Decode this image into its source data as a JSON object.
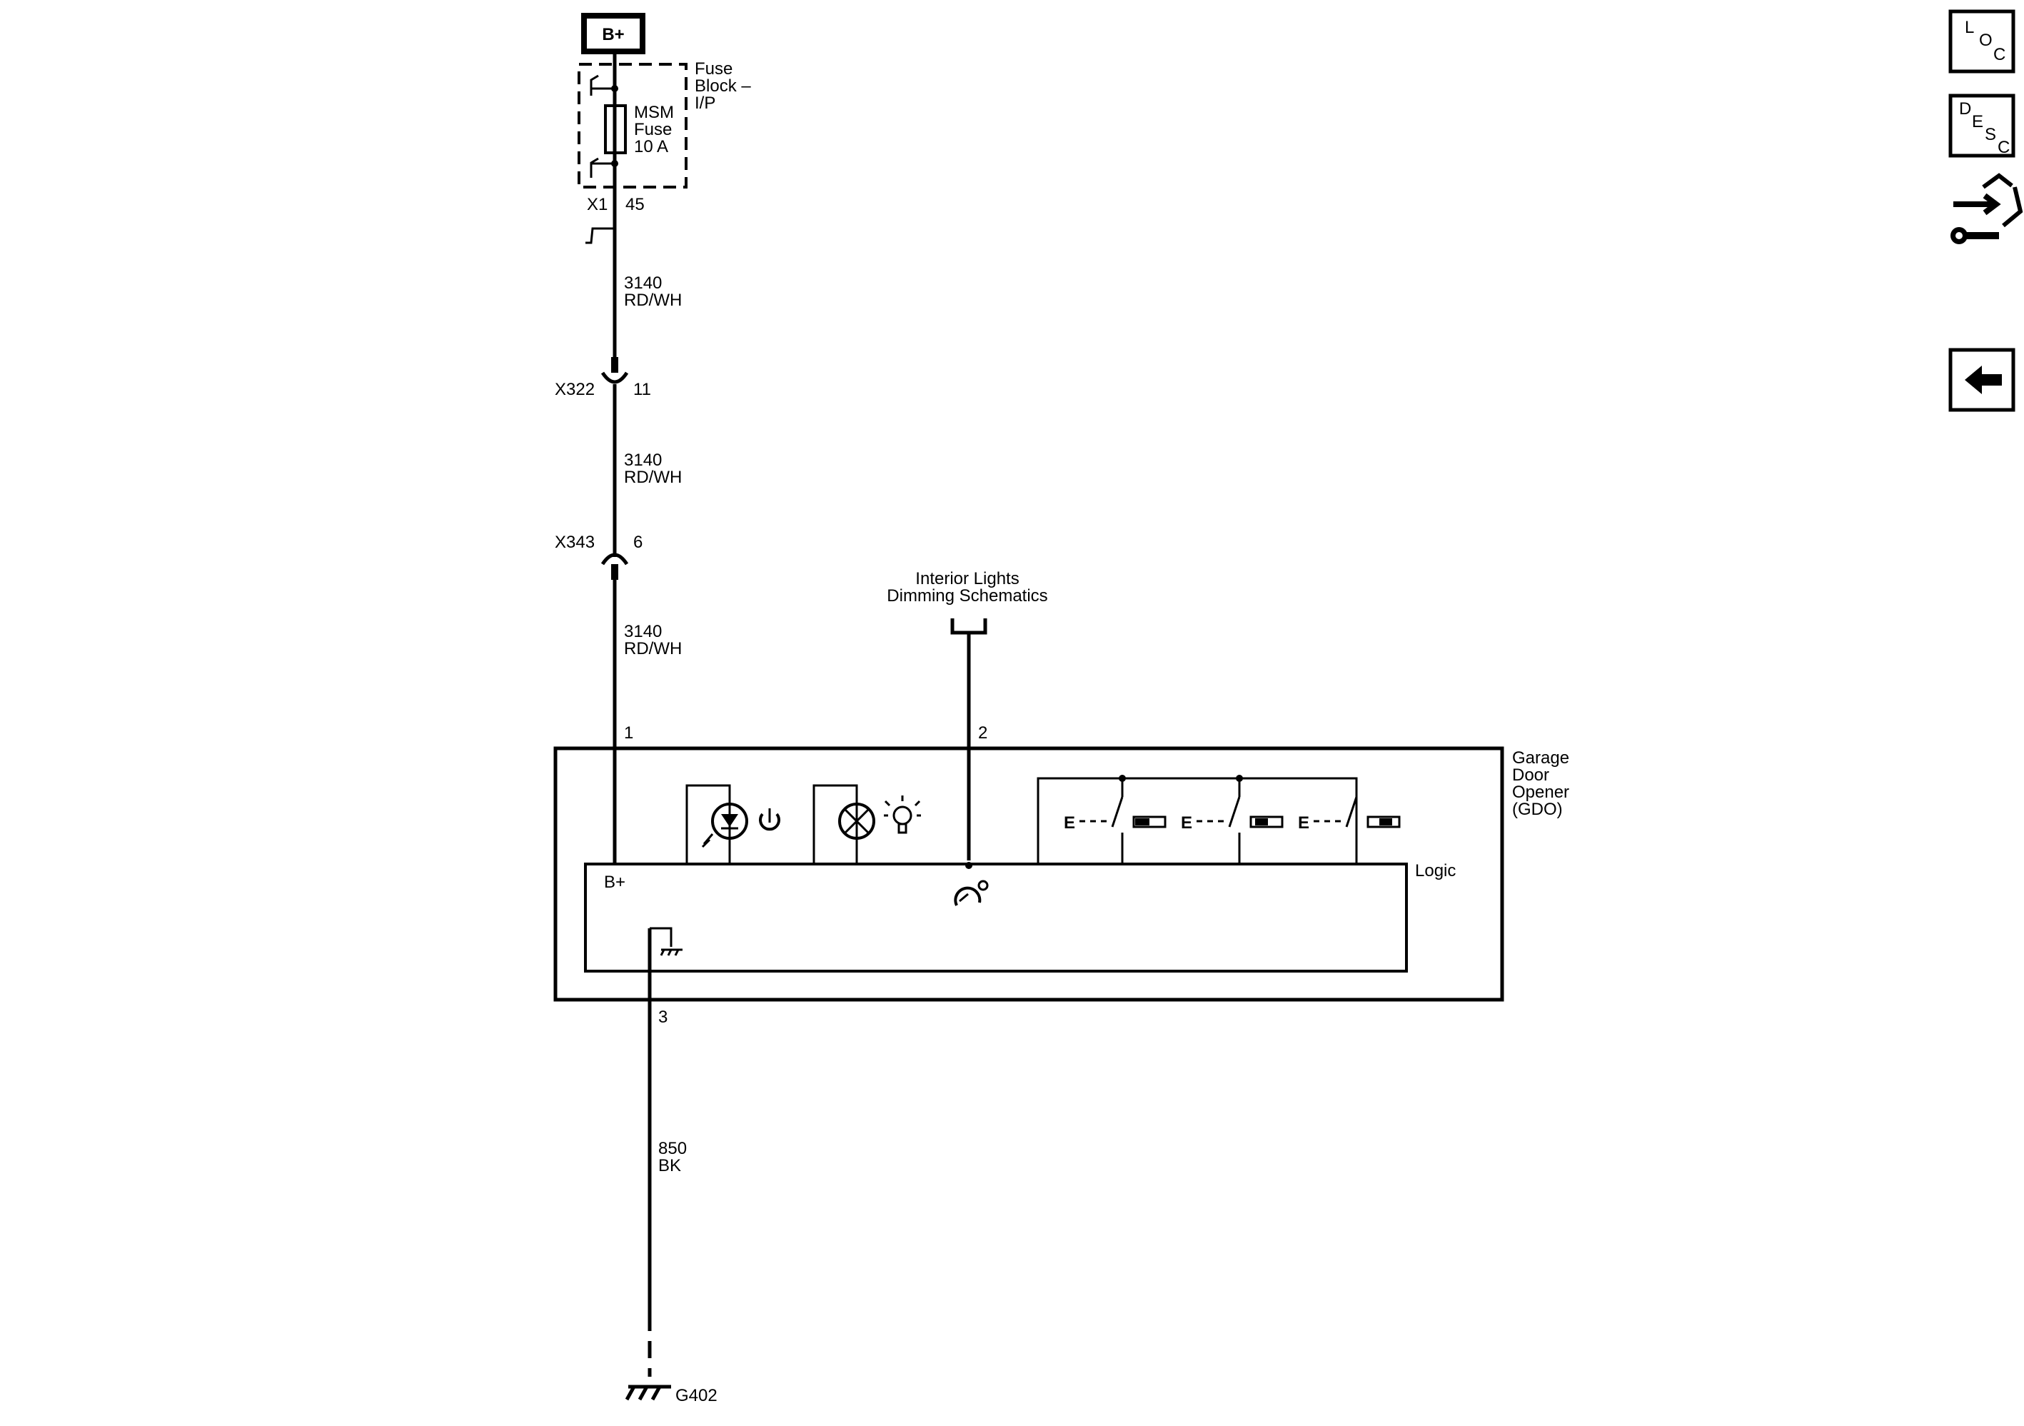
{
  "power_source": "B+",
  "fuse_block": {
    "label_line1": "Fuse",
    "label_line2": "Block –",
    "label_line3": "I/P",
    "fuse_line1": "MSM",
    "fuse_line2": "Fuse",
    "fuse_line3": "10 A",
    "connector": "X1",
    "pin": "45"
  },
  "wires": [
    {
      "circuit": "3140",
      "color": "RD/WH"
    },
    {
      "circuit": "3140",
      "color": "RD/WH"
    },
    {
      "circuit": "3140",
      "color": "RD/WH"
    },
    {
      "circuit": "850",
      "color": "BK"
    }
  ],
  "connectors": [
    {
      "name": "X322",
      "pin": "11"
    },
    {
      "name": "X343",
      "pin": "6"
    }
  ],
  "interior_lights": {
    "line1": "Interior Lights",
    "line2": "Dimming Schematics"
  },
  "gdo": {
    "label_line1": "Garage",
    "label_line2": "Door",
    "label_line3": "Opener",
    "label_line4": "(GDO)",
    "pin_power": "1",
    "pin_dimming": "2",
    "pin_ground": "3",
    "logic_label": "Logic",
    "logic_bplus": "B+",
    "switch_letter": "E"
  },
  "ground": {
    "name": "G402"
  },
  "nav": {
    "loc": {
      "l1": "L",
      "l2": "O",
      "l3": "C"
    },
    "desc": {
      "l1": "D",
      "l2": "E",
      "l3": "S",
      "l4": "C"
    },
    "icons": [
      "connector-wrench-icon",
      "back-arrow-icon"
    ]
  }
}
